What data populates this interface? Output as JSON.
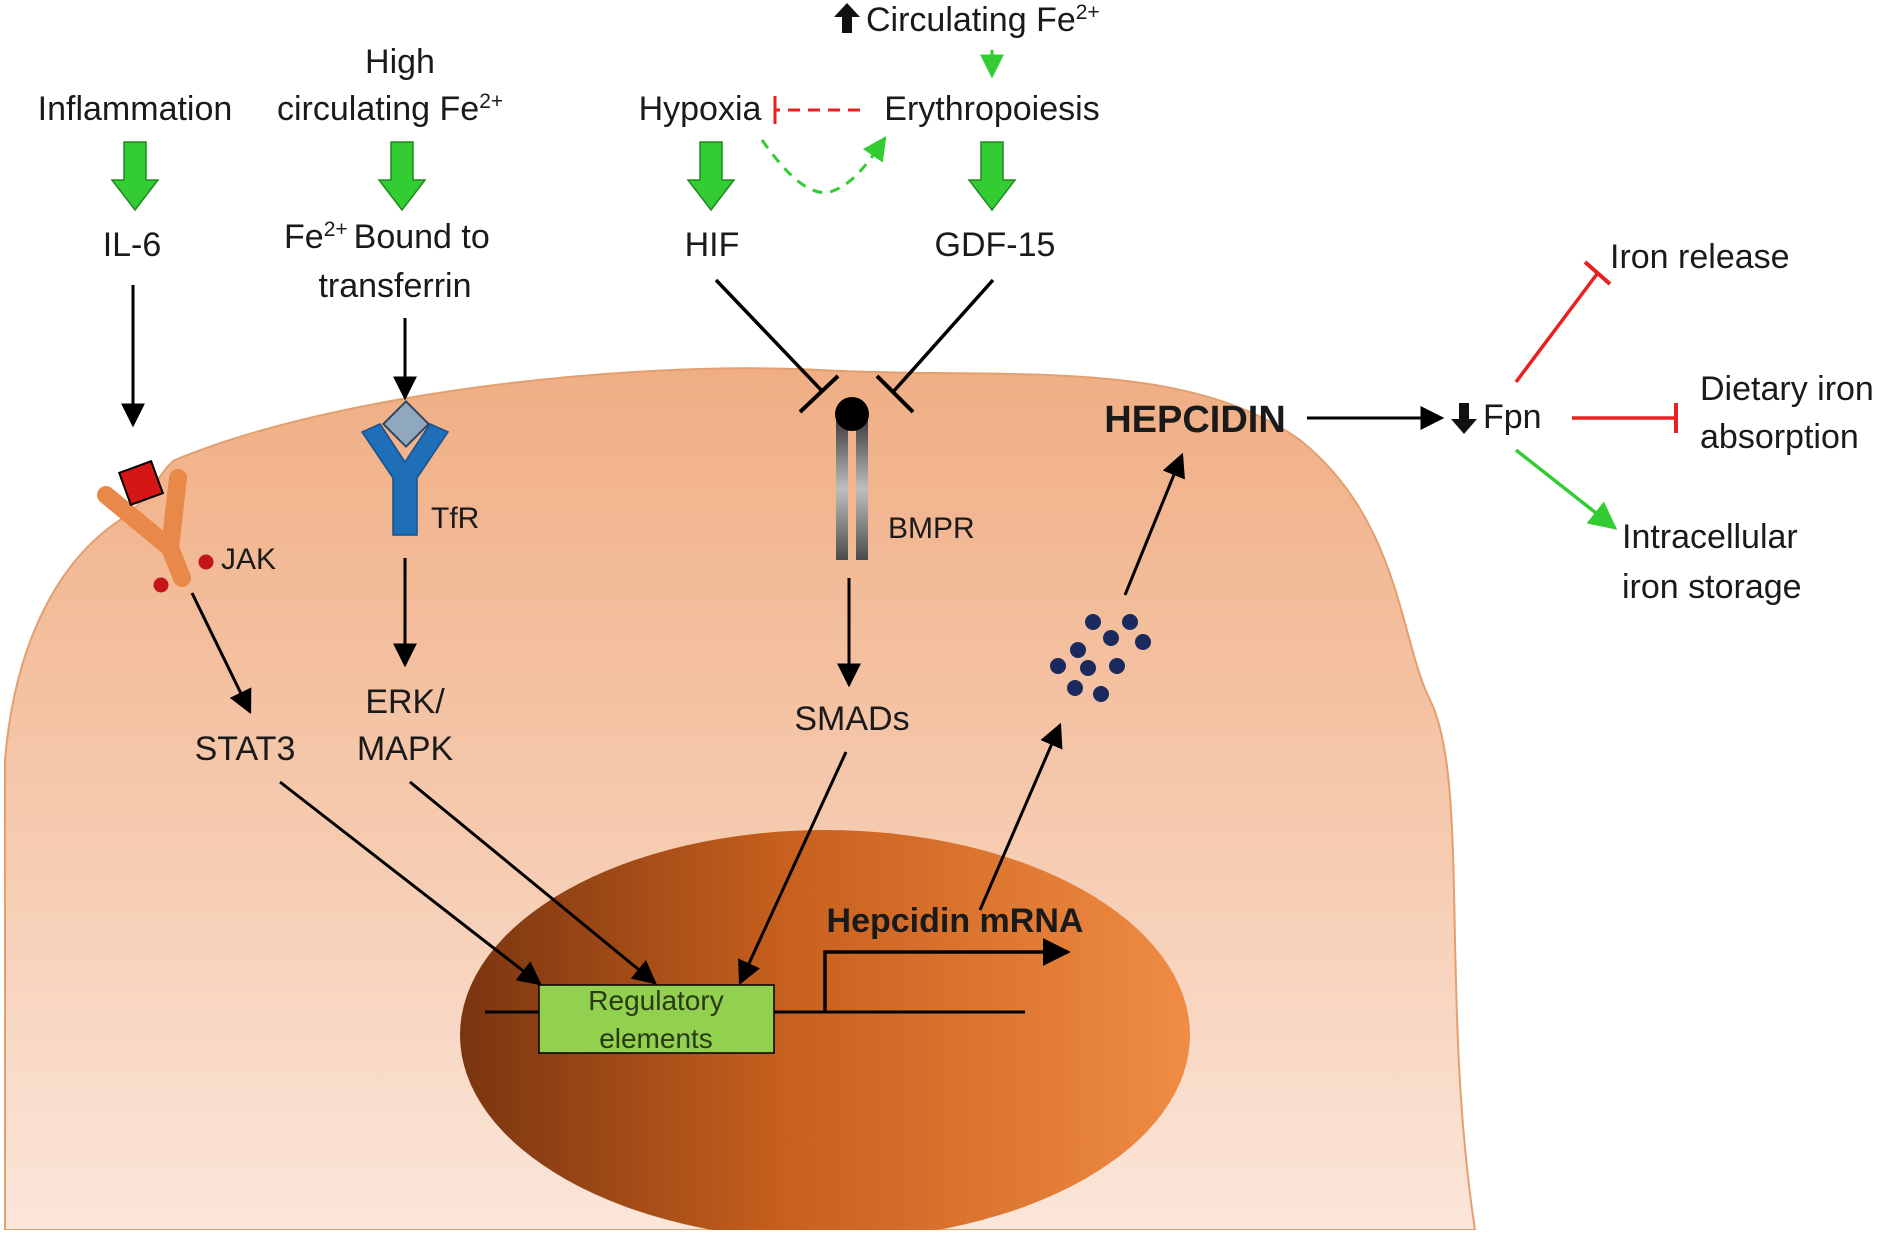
{
  "stimuli": {
    "inflammation": "Inflammation",
    "high_fe_line1": "High",
    "high_fe_line2": "circulating Fe",
    "fe_superscript": "2+",
    "hypoxia": "Hypoxia",
    "erythropoiesis": "Erythropoiesis",
    "circulating_fe_top": "Circulating Fe"
  },
  "mediators": {
    "il6": "IL-6",
    "fe_bound_line1": "Bound to",
    "fe_bound_prefix": "Fe",
    "fe_bound_line2": "transferrin",
    "hif": "HIF",
    "gdf15": "GDF-15"
  },
  "receptors": {
    "jak": "JAK",
    "tfr": "TfR",
    "bmpr": "BMPR"
  },
  "signaling": {
    "stat3": "STAT3",
    "erk_line1": "ERK/",
    "erk_line2": "MAPK",
    "smads": "SMADs"
  },
  "nucleus": {
    "regulatory_line1": "Regulatory",
    "regulatory_line2": "elements",
    "mrna": "Hepcidin mRNA"
  },
  "outputs": {
    "hepcidin": "HEPCIDIN",
    "fpn": "Fpn",
    "iron_release": "Iron release",
    "dietary_line1": "Dietary iron",
    "dietary_line2": "absorption",
    "storage_line1": "Intracellular",
    "storage_line2": "iron storage"
  },
  "colors": {
    "green_arrow": "#33cc33",
    "inhibit_red": "#e8201f",
    "cell_top": "#f0b088",
    "cell_bottom": "#fbe6da",
    "nucleus_dark": "#7a3510",
    "nucleus_light": "#f08a40",
    "regulatory_box": "#92d050",
    "tfr_blue": "#1f6fb8",
    "receptor_orange": "#e8894a",
    "bmpr_gray": "#7f7f7f",
    "hepcidin_dots": "#1a2a5e"
  }
}
